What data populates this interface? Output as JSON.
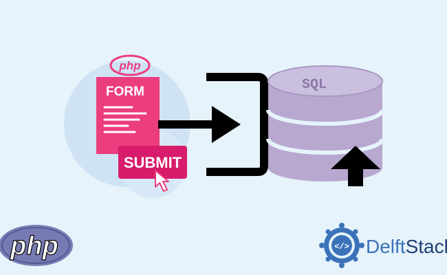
{
  "illustration": {
    "php_badge_text": "php",
    "form_title": "FORM",
    "submit_label": "SUBMIT",
    "database_label": "SQL"
  },
  "logos": {
    "php_logo_text": "php",
    "brand_name_part1": "Delft",
    "brand_name_part2": "Stack"
  },
  "colors": {
    "background": "#e6f3fb",
    "form_pink": "#ec3d7f",
    "submit_pink": "#d81b6a",
    "database_purple": "#b8a8cf",
    "php_logo_purple": "#777bb3",
    "delftstack_blue": "#3b72b9"
  }
}
